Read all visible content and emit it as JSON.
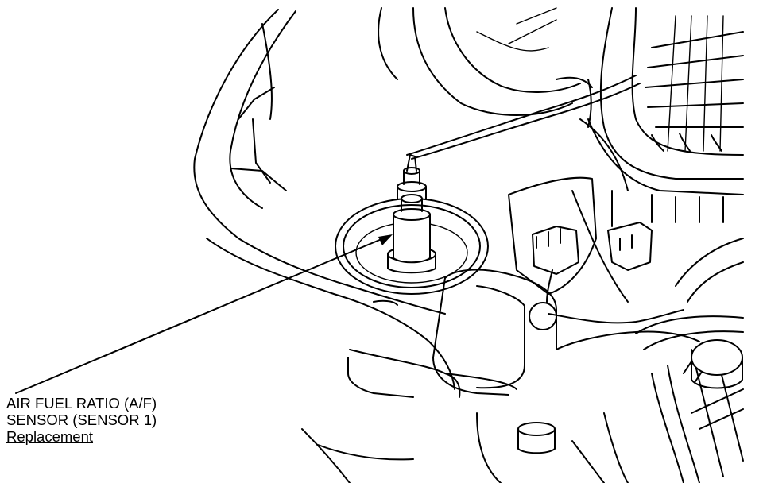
{
  "callout": {
    "line1": "AIR FUEL RATIO (A/F)",
    "line2": "SENSOR (SENSOR 1)",
    "link": "Replacement"
  }
}
